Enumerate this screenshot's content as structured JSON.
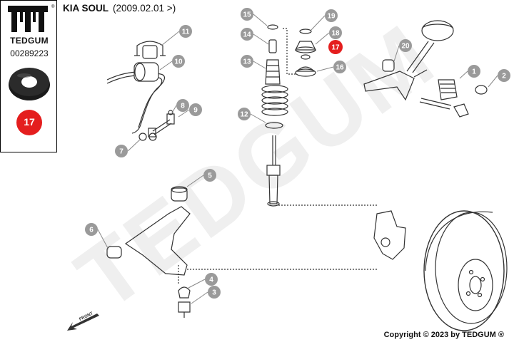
{
  "header": {
    "model": "KIA SOUL",
    "years": "(2009.02.01 >)"
  },
  "brand": {
    "name": "TEDGUM",
    "part_number": "00289223",
    "highlight_number": "17",
    "watermark": "TEDGUM"
  },
  "front_label": "FRONT",
  "copyright": "Copyright © 2023 by TEDGUM ®",
  "colors": {
    "callout_gray": "#9a9a9a",
    "callout_highlight": "#e41e1e",
    "line": "#333333"
  },
  "callouts": [
    "1",
    "2",
    "3",
    "4",
    "5",
    "6",
    "7",
    "8",
    "9",
    "10",
    "11",
    "12",
    "13",
    "14",
    "15",
    "16",
    "17",
    "18",
    "19",
    "20"
  ]
}
